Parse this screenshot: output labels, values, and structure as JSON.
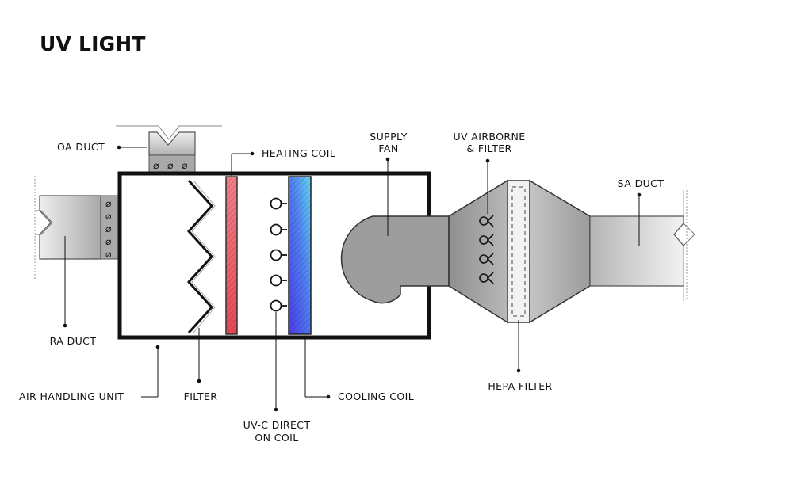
{
  "title": "UV LIGHT",
  "labels": {
    "oa_duct": "OA DUCT",
    "heating_coil": "HEATING COIL",
    "supply_fan_1": "SUPPLY",
    "supply_fan_2": "FAN",
    "uv_airborne_1": "UV AIRBORNE",
    "uv_airborne_2": "& FILTER",
    "sa_duct": "SA DUCT",
    "ra_duct": "RA DUCT",
    "air_handling_unit": "AIR HANDLING UNIT",
    "filter": "FILTER",
    "uvc_direct_1": "UV-C DIRECT",
    "uvc_direct_2": "ON COIL",
    "cooling_coil": "COOLING COIL",
    "hepa_filter": "HEPA FILTER"
  },
  "damper_symbol": "⌀",
  "colors": {
    "outline": "#111111",
    "heating_coil": "#e8505a",
    "cooling_coil_start": "#4a3ae8",
    "cooling_coil_end": "#5fd0f0",
    "duct_gray": "#bdbdbd",
    "fan_gray": "#9a9a9a"
  }
}
